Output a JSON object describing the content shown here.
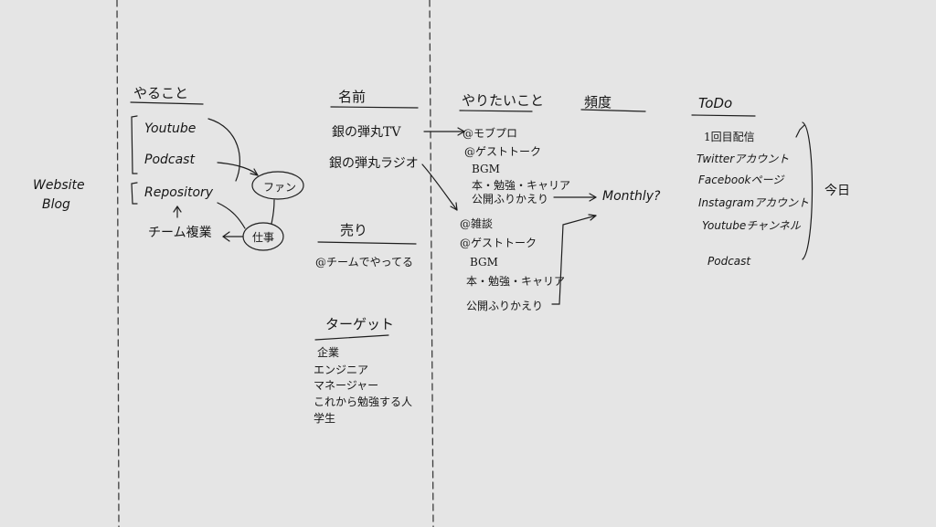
{
  "left_label": {
    "line1": "Website",
    "line2": "Blog"
  },
  "todo_section": {
    "title": "やること",
    "items": [
      "Youtube",
      "Podcast",
      "Repository",
      "チーム複業"
    ],
    "bubble_fan": "ファン",
    "bubble_work": "仕事"
  },
  "name_section": {
    "title": "名前",
    "items": [
      "銀の弾丸TV",
      "銀の弾丸ラジオ"
    ]
  },
  "strength_section": {
    "title": "売り",
    "items": [
      "@チームでやってる"
    ]
  },
  "target_section": {
    "title": "ターゲット",
    "items": [
      "企業",
      "エンジニア",
      "マネージャー",
      "これから勉強する人",
      "学生"
    ]
  },
  "wanttodo_section": {
    "title": "やりたいこと",
    "group1": [
      "@モブプロ",
      "@ゲストトーク",
      "BGM",
      "本・勉強・キャリア",
      "公開ふりかえり"
    ],
    "group2": [
      "@雑談",
      "@ゲストトーク",
      "BGM",
      "本・勉強・キャリア",
      "公開ふりかえり"
    ]
  },
  "frequency_section": {
    "title": "頻度",
    "value": "Monthly?"
  },
  "task_section": {
    "title": "ToDo",
    "items": [
      "1回目配信",
      "Twitterアカウント",
      "Facebookページ",
      "Instagramアカウント",
      "Youtubeチャンネル",
      "Podcast"
    ],
    "bracket_label": "今日"
  }
}
